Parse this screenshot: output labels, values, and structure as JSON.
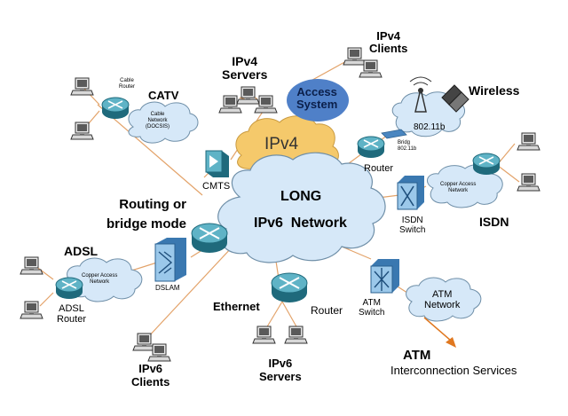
{
  "colors": {
    "cloud_blue": "#d6e8f8",
    "cloud_stroke": "#6f8fa8",
    "ipv4_cloud": "#f5c96b",
    "access_system": "#4f80c8",
    "router_teal": "#3e93a6",
    "link_line": "#e3a36a",
    "arrow_orange": "#e07820",
    "switch_blue": "#4a86c0"
  },
  "labels": {
    "ipv4_clients": "IPv4\nClients",
    "ipv4_servers": "IPv4\nServers",
    "access_system": "Access\nSystem",
    "wireless": "Wireless",
    "wireless_802": "802.11b",
    "bridge_802": "Bridg\n802.11b",
    "catv": "CATV",
    "cable_router": "Cable\nRouter",
    "cable_network": "Cable\nNetwork\n(DOCSIS)",
    "ipv4": "IPv4",
    "cmts": "CMTS",
    "router_top": "Router",
    "long": "LONG",
    "ipv6_network": "IPv6  Network",
    "isdn_copper": "Copper Access\nNetwork",
    "isdn_switch": "ISDN\nSwitch",
    "isdn": "ISDN",
    "routing_mode": "Routing or\nbridge mode",
    "adsl": "ADSL",
    "adsl_copper": "Copper Access\nNetwork",
    "dslam": "DSLAM",
    "adsl_router": "ADSL\nRouter",
    "ethernet": "Ethernet",
    "router_ethernet": "Router",
    "atm_switch": "ATM\nSwitch",
    "atm_network": "ATM\nNetwork",
    "atm": "ATM",
    "interconnection": "Interconnection Services",
    "ipv6_clients": "IPv6\nClients",
    "ipv6_servers": "IPv6\nServers"
  },
  "icons": {
    "router": "router-icon",
    "pc": "pc-icon",
    "switch": "switch-icon",
    "dslam": "dslam-icon",
    "cmts": "cmts-icon",
    "antenna": "antenna-icon",
    "laptop": "laptop-icon",
    "bridge": "bridge-icon"
  }
}
